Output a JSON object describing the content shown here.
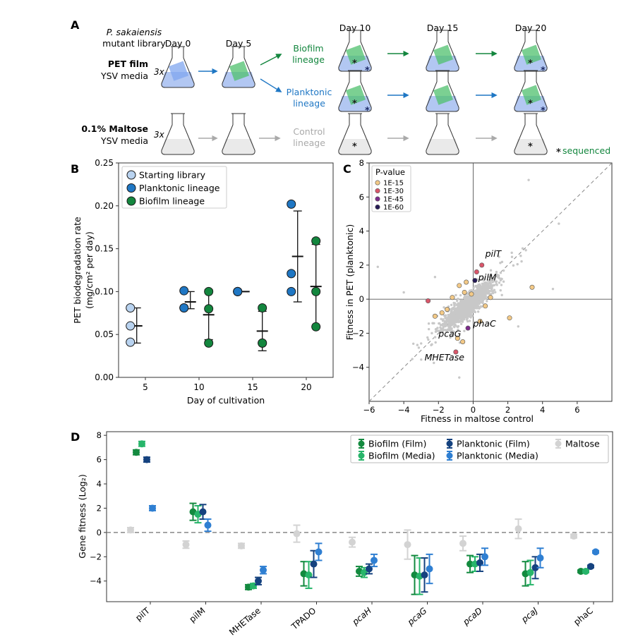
{
  "colors": {
    "biofilm": "#13863e",
    "planktonic": "#1f77c4",
    "control": "#aaaaaa",
    "start": "#b9d3f0",
    "biofilm_film": "#138a3f",
    "biofilm_media": "#27b56a",
    "planktonic_film": "#15427f",
    "planktonic_media": "#2f7fd2",
    "maltose": "#d3d3d3",
    "p15": "#f3c986",
    "p30": "#d9566a",
    "p45": "#7c2b8b",
    "p60": "#251a55"
  },
  "panel_a": {
    "label": "A",
    "library_line1": "P. sakaiensis",
    "library_line2": "mutant library",
    "pet_film": "PET film",
    "pet_media": "YSV media",
    "maltose": "0.1% Maltose",
    "maltose_media": "YSV media",
    "replicates": "3x",
    "days": [
      "Day 0",
      "Day 5",
      "Day 10",
      "Day 15",
      "Day 20"
    ],
    "biofilm_line1": "Biofilm",
    "biofilm_line2": "lineage",
    "planktonic_line1": "Planktonic",
    "planktonic_line2": "lineage",
    "control_line1": "Control",
    "control_line2": "lineage",
    "asterisk": "*",
    "sequenced": "sequenced"
  },
  "chart_data": [
    {
      "panel": "B",
      "type": "scatter",
      "xlabel": "Day of cultivation",
      "ylabel": "PET biodegradation rate",
      "ylabel_units": "(mg/cm² per day)",
      "xticks": [
        5,
        10,
        15,
        20
      ],
      "xlim": [
        2.5,
        22.5
      ],
      "ylim": [
        0.0,
        0.25
      ],
      "yticks": [
        "0.00",
        "0.05",
        "0.10",
        "0.15",
        "0.20",
        "0.25"
      ],
      "legend_position": "top-left",
      "series": [
        {
          "name": "Starting library",
          "color_key": "start",
          "points": [
            {
              "day": 5,
              "values": [
                0.081,
                0.06,
                0.041
              ],
              "mean": 0.06,
              "low": 0.04,
              "high": 0.081
            }
          ]
        },
        {
          "name": "Planktonic lineage",
          "color_key": "planktonic",
          "points": [
            {
              "day": 10,
              "values": [
                0.101,
                0.081,
                0.081
              ],
              "mean": 0.088,
              "low": 0.08,
              "high": 0.1
            },
            {
              "day": 15,
              "values": [
                0.1,
                0.1,
                0.1
              ],
              "mean": 0.1,
              "low": 0.1,
              "high": 0.1
            },
            {
              "day": 20,
              "values": [
                0.202,
                0.121,
                0.1
              ],
              "mean": 0.141,
              "low": 0.088,
              "high": 0.194
            }
          ]
        },
        {
          "name": "Biofilm lineage",
          "color_key": "biofilm",
          "points": [
            {
              "day": 10,
              "values": [
                0.1,
                0.08,
                0.04
              ],
              "mean": 0.073,
              "low": 0.044,
              "high": 0.102
            },
            {
              "day": 15,
              "values": [
                0.081,
                0.04,
                0.04
              ],
              "mean": 0.054,
              "low": 0.031,
              "high": 0.077
            },
            {
              "day": 20,
              "values": [
                0.159,
                0.1,
                0.059
              ],
              "mean": 0.106,
              "low": 0.058,
              "high": 0.155
            }
          ]
        }
      ]
    },
    {
      "panel": "C",
      "type": "scatter",
      "xlabel": "Fitness in maltose control",
      "ylabel": "Fitness in PET (planktonic)",
      "xlim": [
        -6,
        8
      ],
      "ylim": [
        -6,
        8
      ],
      "xticks": [
        "−6",
        "−4",
        "−2",
        "0",
        "2",
        "4",
        "6"
      ],
      "yticks": [
        "−4",
        "−2",
        "0",
        "2",
        "4",
        "6",
        "8"
      ],
      "legend_title": "P-value",
      "legend_position": "top-left",
      "legend": [
        {
          "label": "1E-15",
          "color_key": "p15"
        },
        {
          "label": "1E-30",
          "color_key": "p30"
        },
        {
          "label": "1E-45",
          "color_key": "p45"
        },
        {
          "label": "1E-60",
          "color_key": "p60"
        }
      ],
      "background_points": "thousands of grey gene points clustered around the origin",
      "highlighted": [
        {
          "x": 0.5,
          "y": 2.0,
          "p": "1E-30"
        },
        {
          "x": 0.2,
          "y": 1.6,
          "p": "1E-30"
        },
        {
          "x": 0.1,
          "y": 1.1,
          "p": "1E-60"
        },
        {
          "x": 3.4,
          "y": 0.7,
          "p": "1E-15"
        },
        {
          "x": 2.1,
          "y": -1.1,
          "p": "1E-15"
        },
        {
          "x": -0.3,
          "y": -1.7,
          "p": "1E-45"
        },
        {
          "x": -1.0,
          "y": -3.1,
          "p": "1E-30"
        },
        {
          "x": -2.6,
          "y": -0.1,
          "p": "1E-30"
        },
        {
          "x": -1.8,
          "y": -0.8,
          "p": "1E-15"
        },
        {
          "x": -0.8,
          "y": 0.8,
          "p": "1E-15"
        },
        {
          "x": -0.5,
          "y": 0.4,
          "p": "1E-15"
        },
        {
          "x": -1.2,
          "y": 0.1,
          "p": "1E-15"
        },
        {
          "x": -0.1,
          "y": 0.3,
          "p": "1E-15"
        },
        {
          "x": 1.0,
          "y": 0.1,
          "p": "1E-15"
        },
        {
          "x": -0.6,
          "y": -2.5,
          "p": "1E-15"
        },
        {
          "x": -0.9,
          "y": -2.3,
          "p": "1E-15"
        },
        {
          "x": 0.4,
          "y": -1.3,
          "p": "1E-15"
        },
        {
          "x": -2.2,
          "y": -1.0,
          "p": "1E-15"
        },
        {
          "x": -0.4,
          "y": 1.0,
          "p": "1E-15"
        },
        {
          "x": 0.7,
          "y": -0.4,
          "p": "1E-15"
        },
        {
          "x": -1.5,
          "y": -0.6,
          "p": "1E-15"
        }
      ],
      "annotations": [
        {
          "text": "pilT",
          "x": 0.7,
          "y": 2.5
        },
        {
          "text": "pilM",
          "x": 0.3,
          "y": 1.1
        },
        {
          "text": "phaC",
          "x": 0.0,
          "y": -1.6
        },
        {
          "text": "pcaG",
          "x": -2.0,
          "y": -2.2
        },
        {
          "text": "MHETase",
          "x": -2.8,
          "y": -3.6
        }
      ]
    },
    {
      "panel": "D",
      "type": "scatter",
      "ylabel": "Gene fitness (Log₂)",
      "ylim": [
        -5.7,
        8.3
      ],
      "yticks": [
        "−4",
        "−2",
        "0",
        "2",
        "4",
        "6",
        "8"
      ],
      "categories": [
        "pilT",
        "pilM",
        "MHETase",
        "TPADO",
        "pcaH",
        "pcaG",
        "pcaD",
        "pcaJ",
        "phaC"
      ],
      "legend_position": "top-right",
      "series": [
        {
          "name": "Maltose",
          "color_key": "maltose",
          "values": [
            0.2,
            -1.0,
            -1.1,
            -0.1,
            -0.8,
            -1.0,
            -0.9,
            0.3,
            -0.3
          ],
          "err": [
            0.2,
            0.3,
            0.2,
            0.7,
            0.4,
            1.2,
            0.6,
            0.8,
            0.15
          ]
        },
        {
          "name": "Biofilm (Film)",
          "color_key": "biofilm_film",
          "values": [
            6.6,
            1.7,
            -4.5,
            -3.4,
            -3.2,
            -3.5,
            -2.6,
            -3.4,
            -3.2
          ],
          "err": [
            0.2,
            0.7,
            0.2,
            1.0,
            0.4,
            1.6,
            0.7,
            1.0,
            0.1
          ]
        },
        {
          "name": "Biofilm (Media)",
          "color_key": "biofilm_media",
          "values": [
            7.3,
            1.5,
            -4.4,
            -3.5,
            -3.3,
            -3.6,
            -2.6,
            -3.3,
            -3.2
          ],
          "err": [
            0.2,
            0.7,
            0.2,
            1.1,
            0.4,
            1.5,
            0.6,
            1.0,
            0.1
          ]
        },
        {
          "name": "Planktonic (Film)",
          "color_key": "planktonic_film",
          "values": [
            6.0,
            1.7,
            -4.0,
            -2.6,
            -3.0,
            -3.5,
            -2.5,
            -2.9,
            -2.8
          ],
          "err": [
            0.2,
            0.6,
            0.3,
            1.1,
            0.4,
            1.4,
            0.7,
            0.9,
            0.1
          ]
        },
        {
          "name": "Planktonic (Media)",
          "color_key": "planktonic_media",
          "values": [
            2.0,
            0.6,
            -3.1,
            -1.6,
            -2.3,
            -3.0,
            -2.0,
            -2.1,
            -1.6
          ],
          "err": [
            0.2,
            0.5,
            0.3,
            0.7,
            0.5,
            1.2,
            0.7,
            0.8,
            0.1
          ]
        }
      ],
      "legend_order": [
        "Biofilm (Film)",
        "Planktonic (Film)",
        "Maltose",
        "Biofilm (Media)",
        "Planktonic (Media)"
      ]
    }
  ]
}
